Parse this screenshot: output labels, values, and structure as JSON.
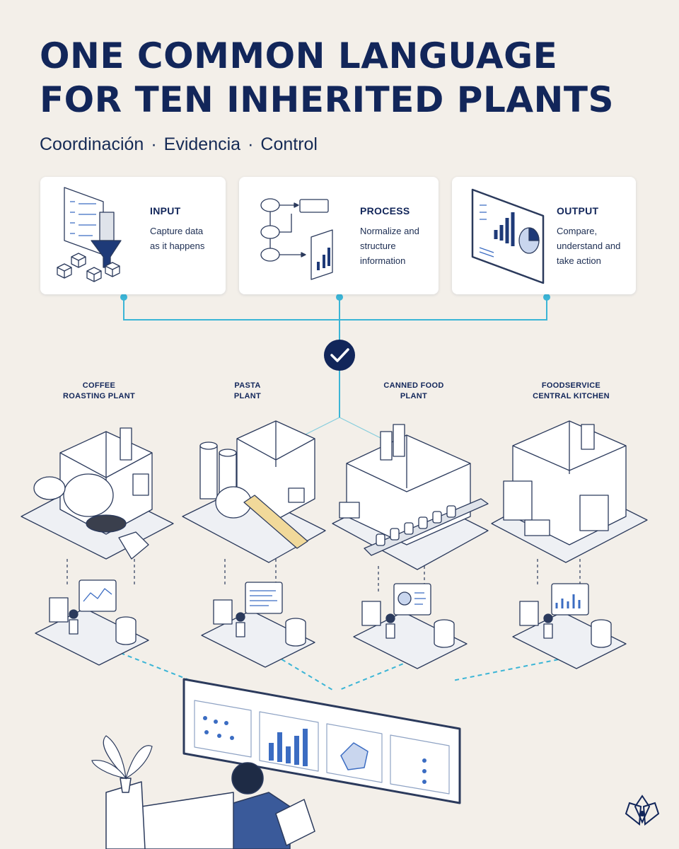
{
  "title": {
    "line1": "ONE COMMON LANGUAGE",
    "line2": "FOR TEN INHERITED PLANTS"
  },
  "subtitle": {
    "items": [
      "Coordinación",
      "Evidencia",
      "Control"
    ],
    "separator": "·"
  },
  "cards": [
    {
      "heading": "INPUT",
      "lines": [
        "Capture data",
        "as it happens"
      ]
    },
    {
      "heading": "PROCESS",
      "lines": [
        "Normalize and",
        "structure",
        "information"
      ]
    },
    {
      "heading": "OUTPUT",
      "lines": [
        "Compare,",
        "understand and",
        "take action"
      ]
    }
  ],
  "plants": [
    {
      "lines": [
        "COFFEE",
        "ROASTING PLANT"
      ]
    },
    {
      "lines": [
        "PASTA",
        "PLANT"
      ]
    },
    {
      "lines": [
        "CANNED FOOD",
        "PLANT"
      ]
    },
    {
      "lines": [
        "FOODSERVICE",
        "CENTRAL KITCHEN"
      ]
    }
  ],
  "colors": {
    "navy": "#12265a",
    "accent": "#3bb5d6",
    "background": "#f3efe9",
    "card": "#ffffff",
    "line": "#2b3a5c"
  },
  "icons": {
    "checkmark": "check-circle-icon",
    "brand": "flower-logo-icon"
  }
}
